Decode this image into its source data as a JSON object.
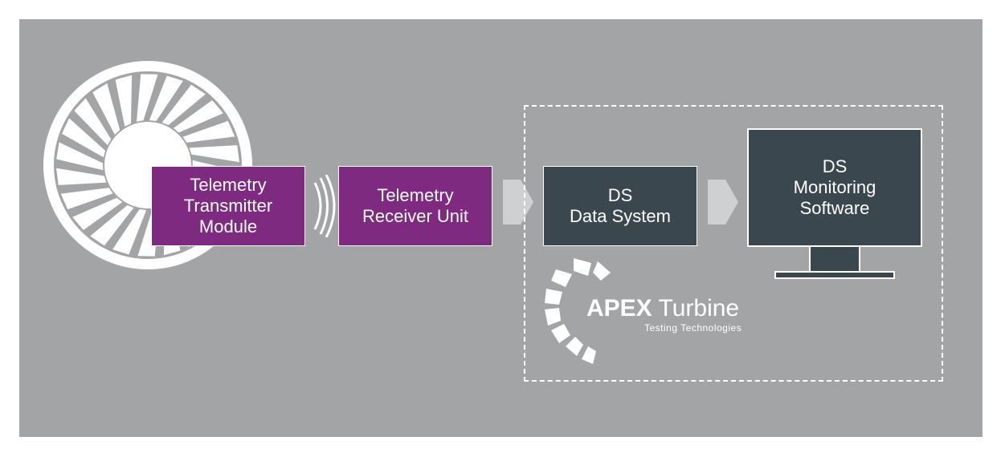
{
  "diagram": {
    "transmitter": {
      "label": "Telemetry\nTransmitter\nModule"
    },
    "receiver": {
      "label": "Telemetry\nReceiver Unit"
    },
    "data_system": {
      "label": "DS\nData System"
    },
    "monitoring": {
      "label": "DS\nMonitoring\nSoftware"
    }
  },
  "logo": {
    "brand_bold": "APEX",
    "brand_light": "Turbine",
    "tagline": "Testing Technologies"
  },
  "colors": {
    "panel": "#a3a4a6",
    "purple": "#7e2a81",
    "dark": "#3b474e",
    "arrow": "#cfd0d1",
    "white": "#ffffff"
  },
  "icons": [
    "turbine-icon",
    "signal-waves-icon",
    "arrow-right-icon",
    "monitor-icon",
    "apex-logo-icon"
  ]
}
